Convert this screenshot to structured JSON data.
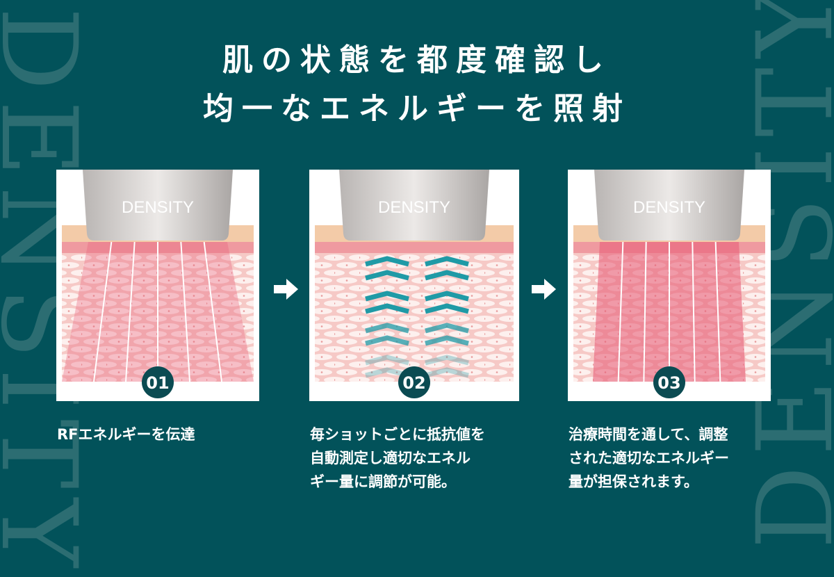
{
  "watermark": "DENSITY",
  "title": {
    "line1": "肌の状態を都度確認し",
    "line2": "均一なエネルギーを照射"
  },
  "panels": [
    {
      "device_label": "DENSITY",
      "number": "01",
      "mode": "rays"
    },
    {
      "device_label": "DENSITY",
      "number": "02",
      "mode": "chevrons"
    },
    {
      "device_label": "DENSITY",
      "number": "03",
      "mode": "rays"
    }
  ],
  "steps": [
    {
      "lines": [
        "RFエネルギーを伝達"
      ]
    },
    {
      "lines": [
        "毎ショットごとに抵抗値を",
        "自動測定し適切なエネル",
        "ギー量に調節が可能。"
      ]
    },
    {
      "lines": [
        "治療時間を通して、調整",
        "された適切なエネルギー",
        "量が担保されます。"
      ]
    }
  ],
  "colors": {
    "background": "#02525a",
    "accent": "#1f9aa6",
    "ray": "#e8607a"
  }
}
